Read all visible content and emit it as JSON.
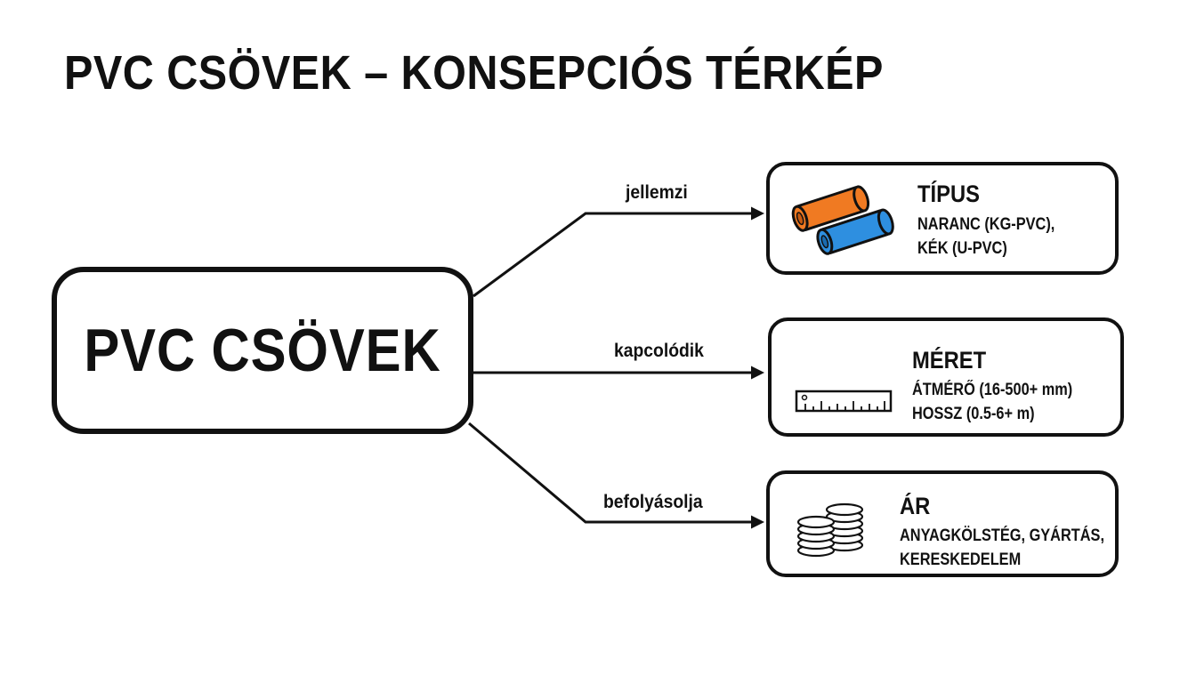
{
  "title": "PVC CSÖVEK – KONSEPCIÓS TÉRKÉP",
  "central": {
    "label": "PVC CSÖVEK"
  },
  "edges": [
    {
      "label": "jellemzi"
    },
    {
      "label": "kapcolódik"
    },
    {
      "label": "befolyásolja"
    }
  ],
  "nodes": {
    "type": {
      "heading": "TÍPUS",
      "line1": "NARANC (KG-PVC),",
      "line2": "KÉK (U-PVC)",
      "icon": "pipes-icon"
    },
    "size": {
      "heading": "MÉRET",
      "line1": "ÁTMÉRŐ (16-500+ mm)",
      "line2": "HOSSZ (0.5-6+ m)",
      "icon": "ruler-icon"
    },
    "price": {
      "heading": "ÁR",
      "line1": "ANYAGKÖLSTÉG, GYÁRTÁS,",
      "line2": "KERESKEDELEM",
      "icon": "coins-icon"
    }
  },
  "colors": {
    "orange_pipe": "#F07A22",
    "blue_pipe": "#2E8FE0",
    "outline": "#111111"
  }
}
